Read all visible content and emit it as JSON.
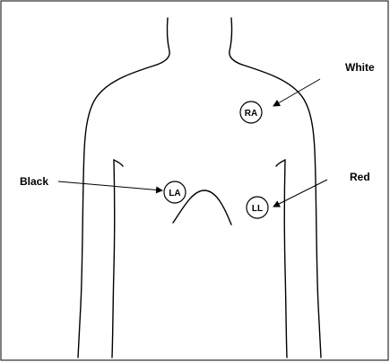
{
  "electrodes": {
    "ra": "RA",
    "la": "LA",
    "ll": "LL"
  },
  "wire_labels": {
    "white": "White",
    "black": "Black",
    "red": "Red"
  },
  "colors": {
    "line": "#000000",
    "background": "#ffffff"
  }
}
